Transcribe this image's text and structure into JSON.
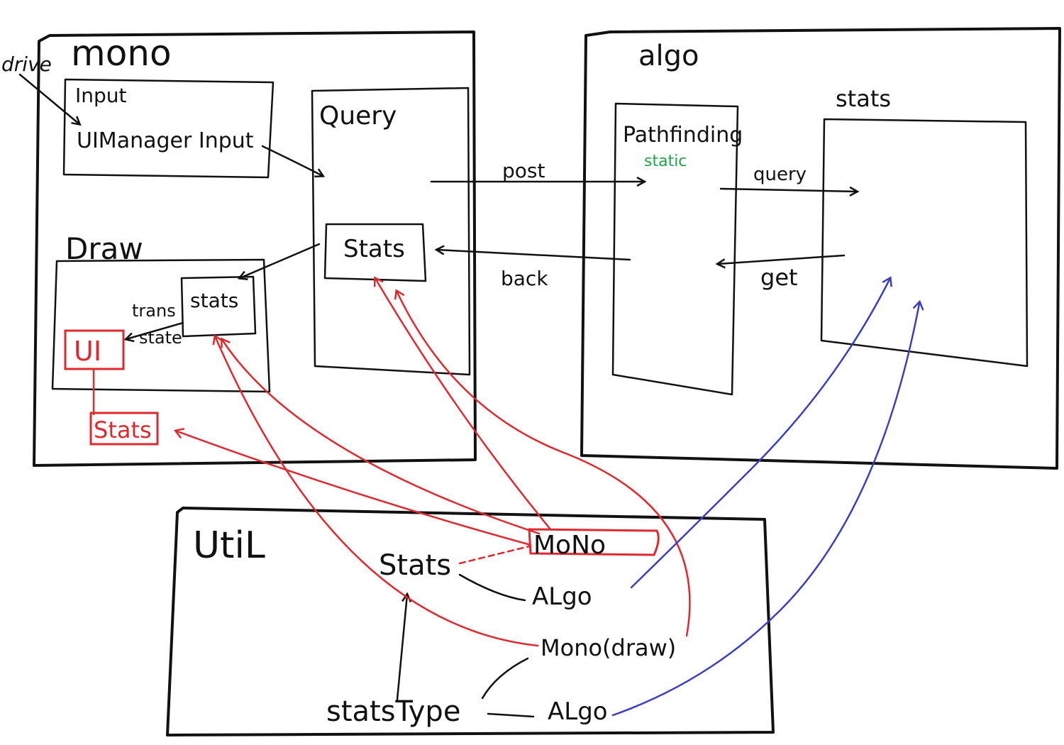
{
  "colors": {
    "ink": "#111111",
    "red": "#e0282e",
    "blue": "#3a3fbf",
    "green": "#22a34a"
  },
  "modules": {
    "mono": {
      "title": "mono",
      "drive_label": "drive",
      "input_box": {
        "title": "Input",
        "content": "UIManager  Input"
      },
      "draw_box": {
        "title": "Draw",
        "stats_label": "stats",
        "ui_label": "UI",
        "transstate_label_1": "trans",
        "transstate_label_2": "state"
      },
      "query_box": {
        "title": "Query",
        "stats_label": "Stats"
      },
      "red_stats_label": "Stats"
    },
    "algo": {
      "title": "algo",
      "pathfinding_label": "Pathfinding",
      "static_label": "static",
      "stats_box_title": "stats"
    },
    "util": {
      "title": "UtiL",
      "stats_label": "Stats",
      "mono_label": "MoNo",
      "algo_label_1": "ALgo",
      "mono_draw_label": "Mono(draw)",
      "stats_type_label": "statsType",
      "algo_label_2": "ALgo"
    }
  },
  "arrows": {
    "post": "post",
    "back": "back",
    "query": "query",
    "get": "get"
  }
}
